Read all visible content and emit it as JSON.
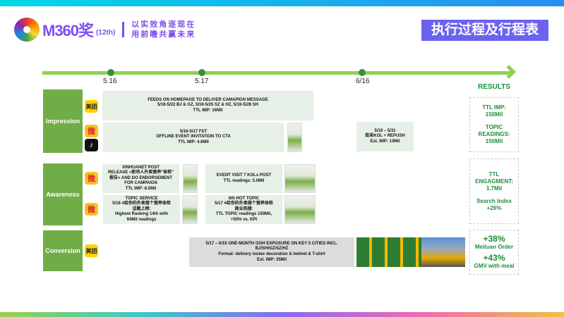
{
  "header": {
    "logo_text": "M360奖",
    "logo_edition": "(12th)",
    "slogan_line1": "以实效角逐现在",
    "slogan_line2": "用前瞻共赢未来",
    "title": "执行过程及行程表"
  },
  "timeline": {
    "dates": [
      "5.16",
      "5.17",
      "6/16"
    ]
  },
  "categories": [
    "Impression",
    "Awareness",
    "Conversion"
  ],
  "icons": {
    "meituan": "美团",
    "weibo": "微",
    "douyin": "♪"
  },
  "impression": {
    "feeds": {
      "l1": "FEEDS ON HOMEPAGE TO DELIVER CAMAPIGN MESSAGE",
      "l2": "5/16-5/22 BJ & GZ, 5/16-5/25 SZ & HZ, 5/16-5/28 SH",
      "l3": "TTL IMP: 16Mil"
    },
    "offline": {
      "l1": "5/16-5/17 FST",
      "l2": "OFFLINE EVENT INVITATION TO CTA",
      "l3": "TTL IMP: 4.6Mil"
    },
    "kol": {
      "l1": "5/19 – 5/31",
      "l2": "街采KOL + REPUSH",
      "l3": "Est. IMP: 13Mil"
    }
  },
  "awareness": {
    "xinhua": {
      "l1": "XINHUANET POST",
      "l2": "RELEASE «职场人外卖营养\"体检\"",
      "l3": "报告» AND DO ENDORSEMENT",
      "l4": "FOR CAMPAIGN",
      "l5": "TTL IMP: 8.5Mil"
    },
    "event": {
      "l1": "EVENT VISIT 7 KOLs POST",
      "l2": "TTL readings: 5.0Mil"
    },
    "topic": {
      "l1": "TOPIC SERVICE",
      "l2": "5/16 #给你的外卖做个营养体检",
      "l3": "话题上榜:",
      "l4": "Highest Ranking 14th with",
      "l5": "94Mil readings"
    },
    "hot": {
      "l1": "6th HOT TOPIC",
      "l2": "5/17 #给你的外卖做个营养体检",
      "l3": "商业热搜:",
      "l4": "TTL TOPIC readings 150Mil,",
      "l5": "+50% vs. KPI"
    }
  },
  "conversion": {
    "ooh": {
      "l1": "5/17 – 6/16 ONE-MONTH OOH EXPOSURE ON KEY 5 CITIES INCL.",
      "l2": "BJ/SH/GZ/SZ/HZ",
      "l3": "Format: delivery locker decoration & helmet & T-shirt",
      "l4": "Est. IMP: 35Mil"
    }
  },
  "results": {
    "heading": "RESULTS",
    "impression": [
      "TTL IMP:",
      "150Mil",
      "TOPIC",
      "READINGS:",
      "150Mil"
    ],
    "awareness": [
      "TTL",
      "ENGAGMENT:",
      "1.7Mil",
      "Search Index",
      "+26%"
    ],
    "conversion": [
      "+38%",
      "Meituan Order",
      "+43%",
      "GMV with meal"
    ]
  }
}
